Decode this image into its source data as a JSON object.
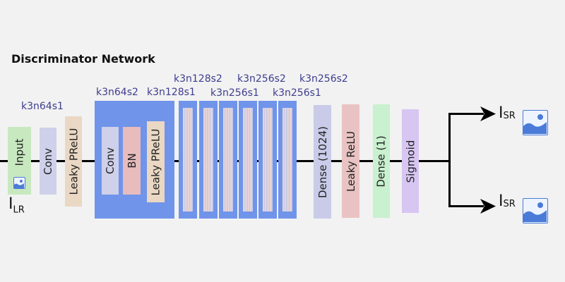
{
  "title": "Discriminator Network",
  "params": {
    "p1": "k3n64s1",
    "p2": "k3n64s2",
    "p3": "k3n128s1",
    "p4": "k3n128s2",
    "p5": "k3n256s1",
    "p6": "k3n256s2",
    "p7": "k3n256s1",
    "p8": "k3n256s2"
  },
  "layers": {
    "input": "Input",
    "conv1": "Conv",
    "prelu1": "Leaky PReLU",
    "conv2": "Conv",
    "bn": "BN",
    "prelu2": "Leaky PReLU",
    "dense1024": "Dense (1024)",
    "leaky_relu": "Leaky ReLU",
    "dense1": "Dense (1)",
    "sigmoid": "Sigmoid"
  },
  "input_label": {
    "main": "I",
    "sub": "LR"
  },
  "outputs": [
    {
      "main": "I",
      "sub": "SR"
    },
    {
      "main": "I",
      "sub": "SR"
    }
  ],
  "colors": {
    "block_blue": "#6f94ea",
    "input_green": "#c8e8bf",
    "conv_lavender": "#cfd0ea",
    "prelu_tan": "#ead8c4",
    "bn_pink": "#e8bcbc",
    "dense_blue": "#c9cbe8",
    "leaky_relu_pink": "#e9c3c3",
    "dense_green": "#c9f0cf",
    "sigmoid_purple": "#d7c6f2",
    "param_text": "#3d3d8f"
  }
}
